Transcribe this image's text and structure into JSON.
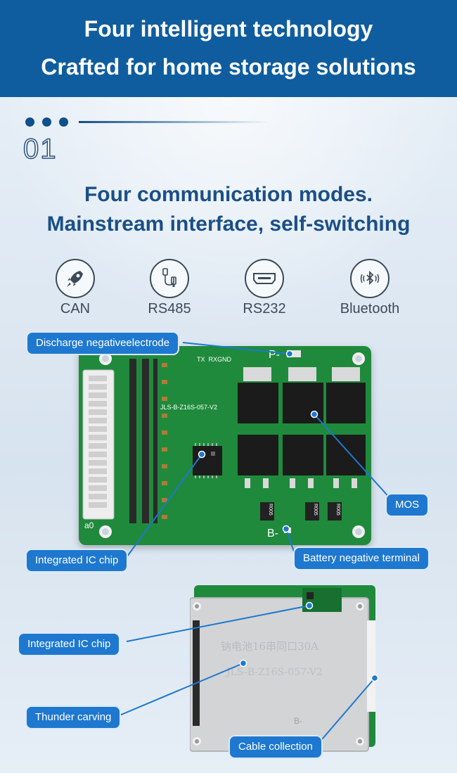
{
  "header": {
    "line1": "Four intelligent technology",
    "line2": "Crafted for home storage solutions"
  },
  "section": {
    "number": "01",
    "title_line1": "Four communication modes.",
    "title_line2": "Mainstream interface, self-switching"
  },
  "modes": [
    {
      "label": "CAN",
      "icon": "rocket-icon"
    },
    {
      "label": "RS485",
      "icon": "usb-cable-icon"
    },
    {
      "label": "RS232",
      "icon": "hdmi-port-icon"
    },
    {
      "label": "Bluetooth",
      "icon": "bluetooth-icon"
    }
  ],
  "board_top": {
    "silkscreen_p": "P-",
    "silkscreen_b": "B-",
    "silkscreen_tx": "TX  RXGND",
    "part_no": "JLS-B-Z16S-057-V2",
    "resistor": "R005",
    "pin_label": "a0"
  },
  "board_bottom": {
    "engraving_line1": "钠电池16串同口30A",
    "engraving_line2": "JLS-B-Z16S-057-V2",
    "corner_label": "B-"
  },
  "callouts": {
    "discharge": "Discharge negativeelectrode",
    "mos": "MOS",
    "ic_chip_top": "Integrated IC chip",
    "battery_negative": "Battery negative terminal",
    "ic_chip_bottom": "Integrated IC chip",
    "thunder": "Thunder carving",
    "cable": "Cable collection"
  },
  "colors": {
    "header_bg": "#0f5d9e",
    "title_blue": "#1a4f86",
    "callout_blue": "#1e78cf",
    "pcb_green": "#1f8a3c"
  }
}
